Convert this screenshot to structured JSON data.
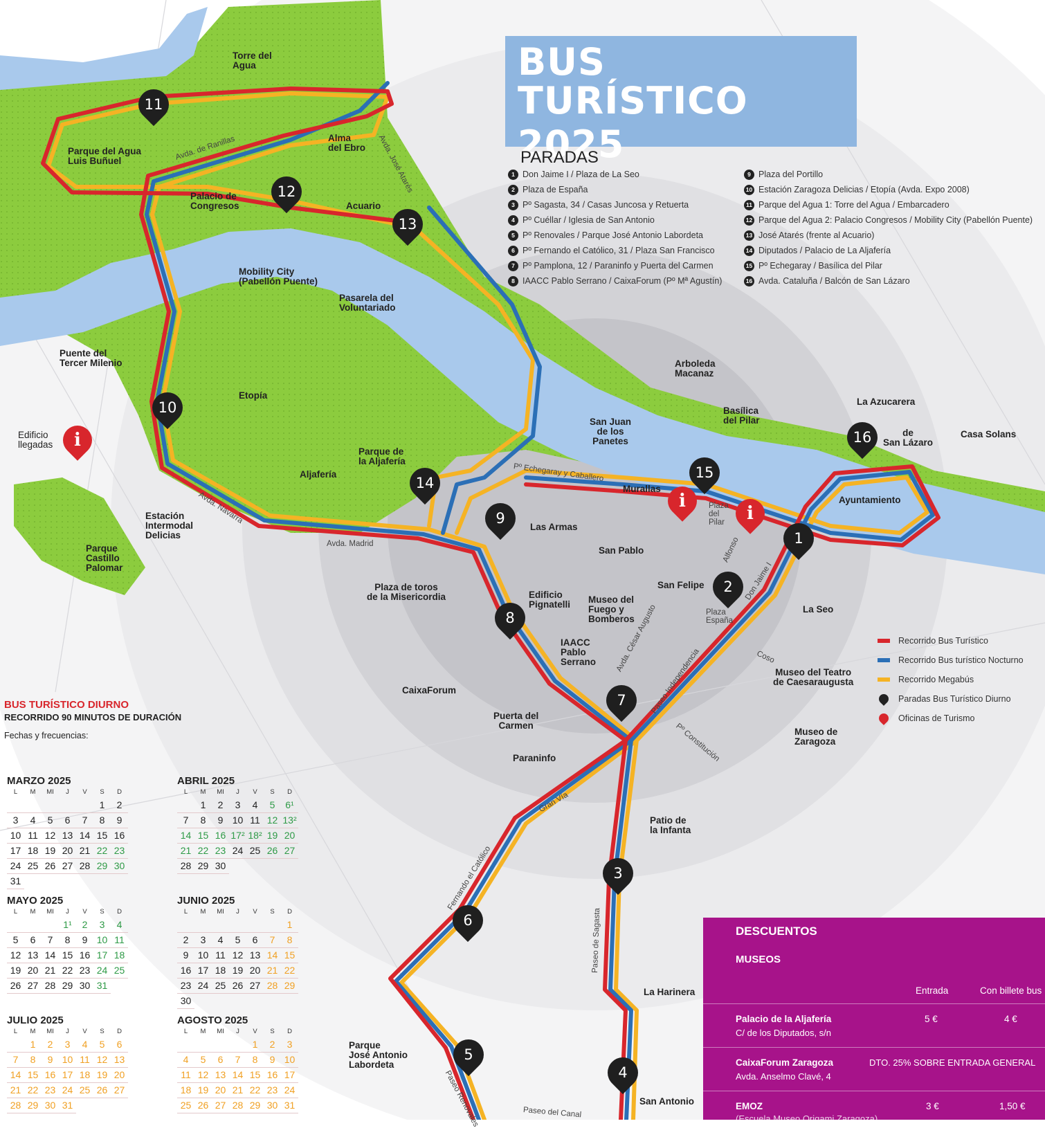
{
  "title": {
    "line1": "BUS",
    "line2": "TURÍSTICO 2025"
  },
  "stops_heading": "PARADAS",
  "stops_left": [
    {
      "n": "1",
      "label": "Don Jaime I / Plaza de La Seo"
    },
    {
      "n": "2",
      "label": "Plaza de España"
    },
    {
      "n": "3",
      "label": "Pº Sagasta, 34 / Casas Juncosa y Retuerta"
    },
    {
      "n": "4",
      "label": "Pº Cuéllar / Iglesia de San Antonio"
    },
    {
      "n": "5",
      "label": "Pº Renovales / Parque José Antonio Labordeta"
    },
    {
      "n": "6",
      "label": "Pº Fernando el Católico, 31 / Plaza San Francisco"
    },
    {
      "n": "7",
      "label": "Pº Pamplona, 12 / Paraninfo y Puerta del Carmen"
    },
    {
      "n": "8",
      "label": "IAACC Pablo Serrano / CaixaForum (Pº Mª Agustín)"
    }
  ],
  "stops_right": [
    {
      "n": "9",
      "label": "Plaza del Portillo"
    },
    {
      "n": "10",
      "label": "Estación Zaragoza Delicias / Etopía (Avda. Expo 2008)"
    },
    {
      "n": "11",
      "label": "Parque del Agua 1: Torre del Agua / Embarcadero"
    },
    {
      "n": "12",
      "label": "Parque del Agua 2: Palacio Congresos / Mobility City (Pabellón Puente)"
    },
    {
      "n": "13",
      "label": "José Atarés (frente al Acuario)"
    },
    {
      "n": "14",
      "label": "Diputados / Palacio de La Aljafería"
    },
    {
      "n": "15",
      "label": "Pº Echegaray / Basílica del Pilar"
    },
    {
      "n": "16",
      "label": "Avda. Cataluña / Balcón de San Lázaro"
    }
  ],
  "map_labels": {
    "torre_agua": "Torre del\nAgua",
    "parque_agua": "Parque del Agua\nLuis Buñuel",
    "alma_ebro": "Alma\ndel Ebro",
    "palacio_congresos": "Palacio de\nCongresos",
    "acuario": "Acuario",
    "mobility": "Mobility City\n(Pabellón Puente)",
    "pasarela": "Pasarela del\nVoluntariado",
    "puente_milenio": "Puente del\nTercer Milenio",
    "arboleda": "Arboleda\nMacanaz",
    "etopia": "Etopía",
    "edificio_llegadas": "Edificio\nllegadas",
    "parque_aljaferia": "Parque de\nla Aljafería",
    "aljaferia": "Aljafería",
    "san_juan": "San Juan\nde los\nPanetes",
    "basilica": "Basílica\ndel Pilar",
    "azucarera": "La Azucarera",
    "casa_solans": "Casa Solans",
    "san_lazaro": "de\nSan Lázaro",
    "estacion": "Estación\nIntermodal\nDelicias",
    "parque_castillo": "Parque\nCastillo\nPalomar",
    "las_armas": "Las Armas",
    "murallas": "Murallas",
    "san_pablo": "San Pablo",
    "ayuntamiento": "Ayuntamiento",
    "plaza_toros": "Plaza de toros\nde la Misericordia",
    "pignatelli": "Edificio\nPignatelli",
    "museo_fuego": "Museo del\nFuego y\nBomberos",
    "san_felipe": "San Felipe",
    "la_seo": "La Seo",
    "iaacc": "IAACC\nPablo\nSerrano",
    "caixaforum": "CaixaForum",
    "museo_teatro": "Museo del Teatro\nde Caesaraugusta",
    "puerta_carmen": "Puerta del\nCarmen",
    "museo_zaragoza": "Museo de\nZaragoza",
    "paraninfo": "Paraninfo",
    "patio_infanta": "Patio de\nla Infanta",
    "la_harinera": "La Harinera",
    "parque_labordeta": "Parque\nJosé Antonio\nLabordeta",
    "san_antonio": "San Antonio"
  },
  "streets": {
    "ranillas": "Avda. de Ranillas",
    "atares": "Avda. José Atarés",
    "echegaray": "Pº Echegaray y Caballero",
    "navarra": "Avda. Navarra",
    "madrid": "Avda. Madrid",
    "plaza_pilar": "Plaza\ndel\nPilar",
    "alfonso": "Alfonso",
    "don_jaime": "Don Jaime I",
    "plaza_espana": "Plaza\nEspaña",
    "cesar_augusto": "Avda. César Augusto",
    "independencia": "Paseo Independencia",
    "coso": "Coso",
    "constitucion": "Pº Constitución",
    "gran_via": "Gran Vía",
    "fernando": "Fernando el Católico",
    "sagasta": "Paseo de Sagasta",
    "renovales": "Paseo Renovales",
    "canal": "Paseo del Canal"
  },
  "legend": [
    {
      "type": "line",
      "color": "#d8262c",
      "label": "Recorrido Bus Turístico"
    },
    {
      "type": "line",
      "color": "#2b6fb6",
      "label": "Recorrido Bus turístico Nocturno"
    },
    {
      "type": "line",
      "color": "#f5b324",
      "label": "Recorrido Megabús"
    },
    {
      "type": "pin",
      "color": "#222222",
      "label": "Paradas Bus Turístico Diurno"
    },
    {
      "type": "pin",
      "color": "#d8262c",
      "label": "Oficinas de Turismo"
    }
  ],
  "schedule": {
    "title": "BUS TURÍSTICO DIURNO",
    "subtitle": "RECORRIDO 90 MINUTOS DE DURACIÓN",
    "dates_label": "Fechas y frecuencias:"
  },
  "weekdays": [
    "L",
    "M",
    "MI",
    "J",
    "V",
    "S",
    "D"
  ],
  "calendars": [
    {
      "id": "marzo",
      "title": "MARZO 2025",
      "offset": 5,
      "days": [
        "1",
        "2",
        "3",
        "4",
        "5",
        "6",
        "7",
        "8",
        "9",
        "10",
        "11",
        "12",
        "13",
        "14",
        "15",
        "16",
        "17",
        "18",
        "19",
        "20",
        "21",
        "22",
        "23",
        "24",
        "25",
        "26",
        "27",
        "28",
        "29",
        "30",
        "31"
      ],
      "green": [
        "22",
        "23",
        "29",
        "30"
      ],
      "orange": []
    },
    {
      "id": "abril",
      "title": "ABRIL 2025",
      "offset": 1,
      "days": [
        "1",
        "2",
        "3",
        "4",
        "5",
        "6¹",
        "7",
        "8",
        "9",
        "10",
        "11",
        "12",
        "13²",
        "14",
        "15",
        "16",
        "17²",
        "18²",
        "19",
        "20",
        "21",
        "22",
        "23",
        "24",
        "25",
        "26",
        "27",
        "28",
        "29",
        "30"
      ],
      "green": [
        "5",
        "6¹",
        "12",
        "13²",
        "14",
        "15",
        "16",
        "17²",
        "18²",
        "19",
        "20",
        "21",
        "22",
        "23",
        "26",
        "27"
      ],
      "orange": []
    },
    {
      "id": "mayo",
      "title": "MAYO 2025",
      "offset": 3,
      "days": [
        "1¹",
        "2",
        "3",
        "4",
        "5",
        "6",
        "7",
        "8",
        "9",
        "10",
        "11",
        "12",
        "13",
        "14",
        "15",
        "16",
        "17",
        "18",
        "19",
        "20",
        "21",
        "22",
        "23",
        "24",
        "25",
        "26",
        "27",
        "28",
        "29",
        "30",
        "31"
      ],
      "green": [
        "1¹",
        "2",
        "3",
        "4",
        "10",
        "11",
        "17",
        "18",
        "24",
        "25",
        "31"
      ],
      "orange": []
    },
    {
      "id": "junio",
      "title": "JUNIO 2025",
      "offset": 6,
      "days": [
        "1",
        "2",
        "3",
        "4",
        "5",
        "6",
        "7",
        "8",
        "9",
        "10",
        "11",
        "12",
        "13",
        "14",
        "15",
        "16",
        "17",
        "18",
        "19",
        "20",
        "21",
        "22",
        "23",
        "24",
        "25",
        "26",
        "27",
        "28",
        "29",
        "30"
      ],
      "green": [],
      "orange": [
        "1",
        "7",
        "8",
        "14",
        "15",
        "21",
        "22",
        "28",
        "29"
      ]
    },
    {
      "id": "julio",
      "title": "JULIO 2025",
      "offset": 1,
      "days": [
        "1",
        "2",
        "3",
        "4",
        "5",
        "6",
        "7",
        "8",
        "9",
        "10",
        "11",
        "12",
        "13",
        "14",
        "15",
        "16",
        "17",
        "18",
        "19",
        "20",
        "21",
        "22",
        "23",
        "24",
        "25",
        "26",
        "27",
        "28",
        "29",
        "30",
        "31"
      ],
      "green": [],
      "orange": [
        "1",
        "2",
        "3",
        "4",
        "5",
        "6",
        "7",
        "8",
        "9",
        "10",
        "11",
        "12",
        "13",
        "14",
        "15",
        "16",
        "17",
        "18",
        "19",
        "20",
        "21",
        "22",
        "23",
        "24",
        "25",
        "26",
        "27",
        "28",
        "29",
        "30",
        "31"
      ]
    },
    {
      "id": "agosto",
      "title": "AGOSTO 2025",
      "offset": 4,
      "days": [
        "1",
        "2",
        "3",
        "4",
        "5",
        "6",
        "7",
        "8",
        "9",
        "10",
        "11",
        "12",
        "13",
        "14",
        "15",
        "16",
        "17",
        "18",
        "19",
        "20",
        "21",
        "22",
        "23",
        "24",
        "25",
        "26",
        "27",
        "28",
        "29",
        "30",
        "31"
      ],
      "green": [],
      "orange": [
        "1",
        "2",
        "3",
        "4",
        "5",
        "6",
        "7",
        "8",
        "9",
        "10",
        "11",
        "12",
        "13",
        "14",
        "15",
        "16",
        "17",
        "18",
        "19",
        "20",
        "21",
        "22",
        "23",
        "24",
        "25",
        "26",
        "27",
        "28",
        "29",
        "30",
        "31"
      ]
    }
  ],
  "descuentos": {
    "title": "DESCUENTOS",
    "subtitle": "MUSEOS",
    "col_entrada": "Entrada",
    "col_billete": "Con billete bus",
    "rows": [
      {
        "name": "Palacio de la Aljafería",
        "address": "C/ de los Diputados, s/n",
        "entrada": "5 €",
        "billete": "4 €"
      },
      {
        "name": "CaixaForum Zaragoza",
        "address": "Avda. Anselmo Clavé, 4",
        "special": "DTO. 25% SOBRE ENTRADA GENERAL"
      },
      {
        "name": "EMOZ",
        "address": "(Escuela Museo Origami Zaragoza)",
        "entrada": "3 €",
        "billete": "1,50 €"
      }
    ]
  },
  "colors": {
    "green": "#8ccc3e",
    "river": "#a9c9ec",
    "red": "#d8262c",
    "blue": "#2b6fb6",
    "yellow": "#f5b324",
    "title_bg": "#8fb6e0",
    "desc_bg": "#a7138a"
  }
}
